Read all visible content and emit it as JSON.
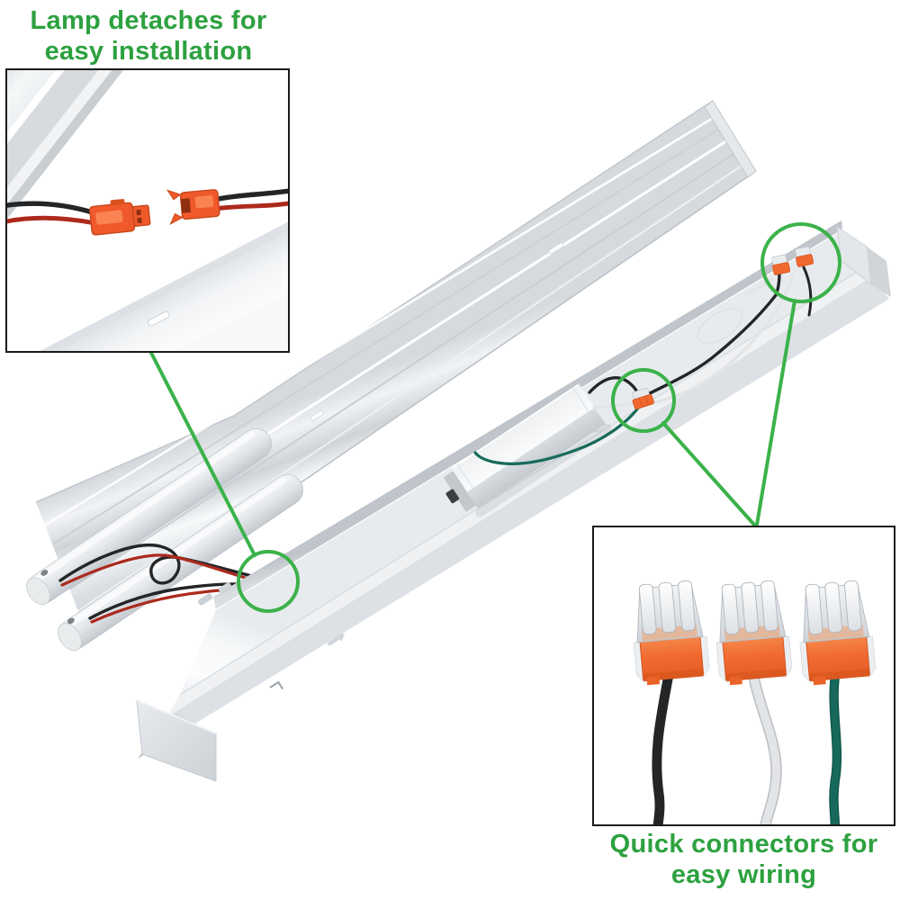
{
  "captions": {
    "lamp_detach": {
      "line1": "Lamp detaches for",
      "line2": "easy installation"
    },
    "quick_connect": {
      "line1": "Quick connectors for",
      "line2": "easy wiring"
    }
  },
  "icons": {
    "callout_circle": "green-circle-highlight",
    "callout_line": "green-pointer-line",
    "jst_connector": "orange-plug-connector",
    "lever_connector": "orange-quick-wire-connector"
  },
  "colors": {
    "caption_green": "#2da13f",
    "callout_green": "#3bb24a",
    "connector_orange": "#f0592b",
    "lever_orange": "#f1692e",
    "wire_red": "#ac2a1d",
    "wire_black": "#232527",
    "wire_white": "#e2e4e6",
    "wire_green": "#176a5b",
    "fixture_silver": "#e9eced",
    "inset_border": "#1b1b1b"
  }
}
